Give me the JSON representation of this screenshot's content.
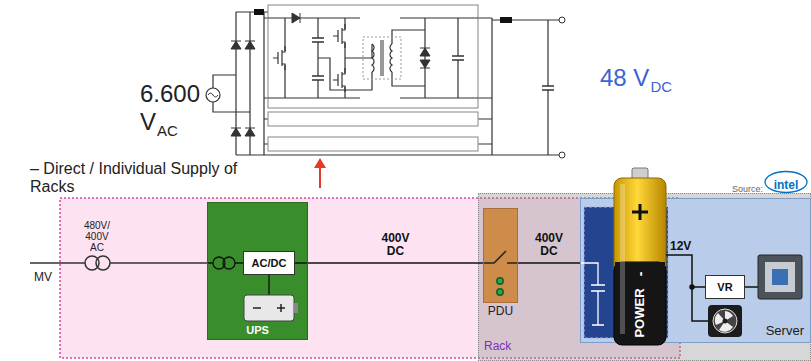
{
  "diagram": {
    "nodes": [
      {
        "text": [
          "UPS"
        ]
      },
      {
        "text": [
          "AC/DC"
        ],
        "in": 0
      },
      {
        "text": [
          "PDU"
        ]
      },
      {
        "text": [
          "Rack"
        ]
      },
      {
        "text": [
          "Server"
        ],
        "in": 3
      },
      {
        "text": [
          "VR"
        ],
        "in": 4
      }
    ],
    "edges": [
      {
        "from": 0,
        "to": 2,
        "label": "400V DC",
        "arrow": "none"
      },
      {
        "from": 2,
        "to": 4,
        "label": "400V DC",
        "arrow": "none"
      }
    ],
    "labels": [
      "6.600",
      "V",
      "AC",
      "48 V",
      "DC",
      "– Direct / Individual Supply of Racks",
      "Source:",
      "intel",
      "MV",
      "480V/ 400V AC",
      "POWER",
      "-",
      "12V"
    ]
  }
}
